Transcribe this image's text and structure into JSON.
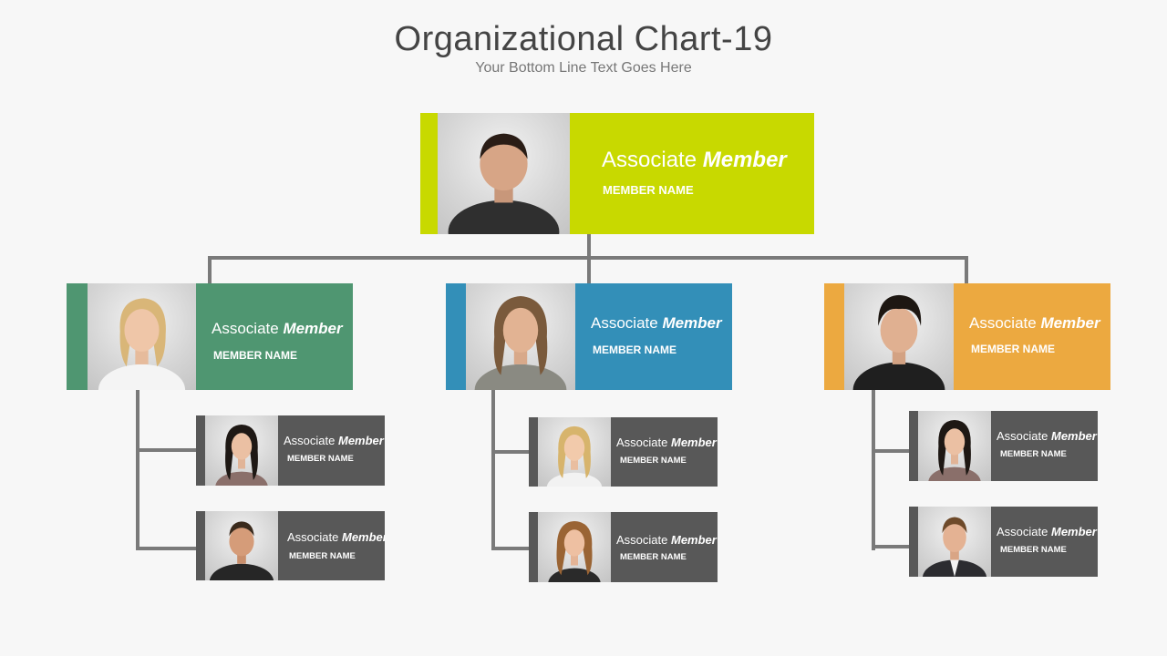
{
  "header": {
    "title": "Organizational  Chart-19",
    "subtitle": "Your Bottom Line Text Goes Here"
  },
  "colors": {
    "top": "#c8d900",
    "left": "#4f9671",
    "center": "#338fb8",
    "right": "#eca940",
    "sub": "#585858",
    "connector": "#7a7a7a"
  },
  "top": {
    "role_prefix": "Associate",
    "role_emphasis": "Member",
    "name": "MEMBER NAME",
    "photo": "man-portrait-icon"
  },
  "branches": [
    {
      "head": {
        "role_prefix": "Associate",
        "role_emphasis": "Member",
        "name": "MEMBER NAME",
        "photo": "woman-portrait-icon"
      },
      "members": [
        {
          "role_prefix": "Associate",
          "role_emphasis": "Member",
          "name": "MEMBER NAME",
          "photo": "woman-portrait-icon"
        },
        {
          "role_prefix": "Associate",
          "role_emphasis": "Member",
          "name": "MEMBER NAME",
          "photo": "man-portrait-icon"
        }
      ]
    },
    {
      "head": {
        "role_prefix": "Associate",
        "role_emphasis": "Member",
        "name": "MEMBER NAME",
        "photo": "man-portrait-icon"
      },
      "members": [
        {
          "role_prefix": "Associate",
          "role_emphasis": "Member",
          "name": "MEMBER NAME",
          "photo": "woman-portrait-icon"
        },
        {
          "role_prefix": "Associate",
          "role_emphasis": "Member",
          "name": "MEMBER NAME",
          "photo": "woman-portrait-icon"
        }
      ]
    },
    {
      "head": {
        "role_prefix": "Associate",
        "role_emphasis": "Member",
        "name": "MEMBER NAME",
        "photo": "man-portrait-icon"
      },
      "members": [
        {
          "role_prefix": "Associate",
          "role_emphasis": "Member",
          "name": "MEMBER NAME",
          "photo": "woman-portrait-icon"
        },
        {
          "role_prefix": "Associate",
          "role_emphasis": "Member",
          "name": "MEMBER NAME",
          "photo": "man-portrait-icon"
        }
      ]
    }
  ]
}
